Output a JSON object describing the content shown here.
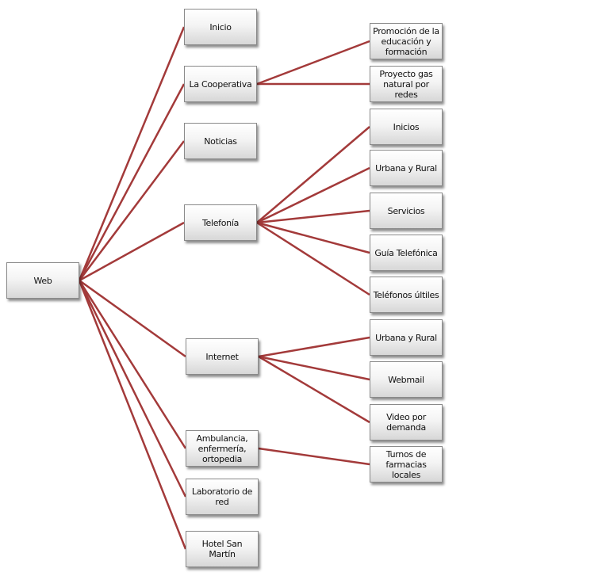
{
  "colors": {
    "edge": "#a33a3a",
    "node_border": "#8a8a8a"
  },
  "root": {
    "label": "Web"
  },
  "level1": [
    {
      "label": "Inicio"
    },
    {
      "label": "La Cooperativa"
    },
    {
      "label": "Noticias"
    },
    {
      "label": "Telefonía"
    },
    {
      "label": "Internet"
    },
    {
      "label": "Ambulancia, enfermería, ortopedia"
    },
    {
      "label": "Laboratorio de red"
    },
    {
      "label": "Hotel San Martín"
    }
  ],
  "level2": [
    {
      "label": "Promoción de la educación y formación",
      "parent": 1
    },
    {
      "label": "Proyecto gas natural por redes",
      "parent": 1
    },
    {
      "label": "Inicios",
      "parent": 3
    },
    {
      "label": "Urbana y Rural",
      "parent": 3
    },
    {
      "label": "Servicios",
      "parent": 3
    },
    {
      "label": "Guía Telefónica",
      "parent": 3
    },
    {
      "label": "Teléfonos últiles",
      "parent": 3
    },
    {
      "label": "Urbana y Rural",
      "parent": 4
    },
    {
      "label": "Webmail",
      "parent": 4
    },
    {
      "label": "Video por demanda",
      "parent": 4
    },
    {
      "label": "Turnos de farmacias locales",
      "parent": 5
    }
  ]
}
